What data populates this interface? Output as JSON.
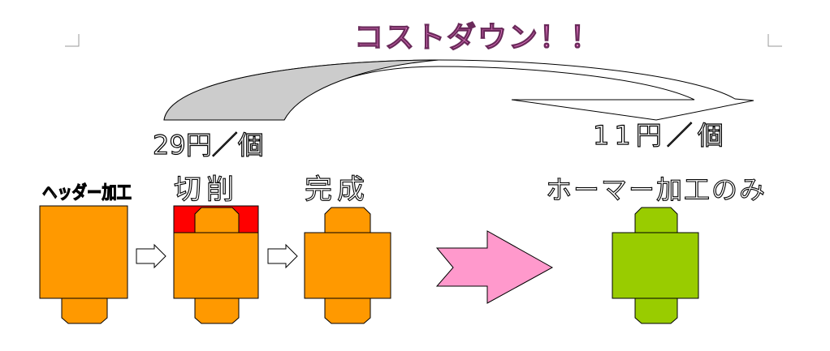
{
  "headline": "コストダウン！！",
  "cost_before": "29円／個",
  "cost_after": "11円／個",
  "steps": {
    "header": "ヘッダー加工",
    "cutting": "切削",
    "done": "完成",
    "homer": "ホーマー加工のみ"
  },
  "colors": {
    "headline": "#e879c8",
    "part_orange": "#ff9900",
    "cut_red": "#ff0000",
    "part_green": "#99cc00",
    "arrow_pink": "#ff99cc",
    "arc_gray": "#cccccc",
    "outline": "#000000",
    "label_fill": "#ffffff"
  }
}
